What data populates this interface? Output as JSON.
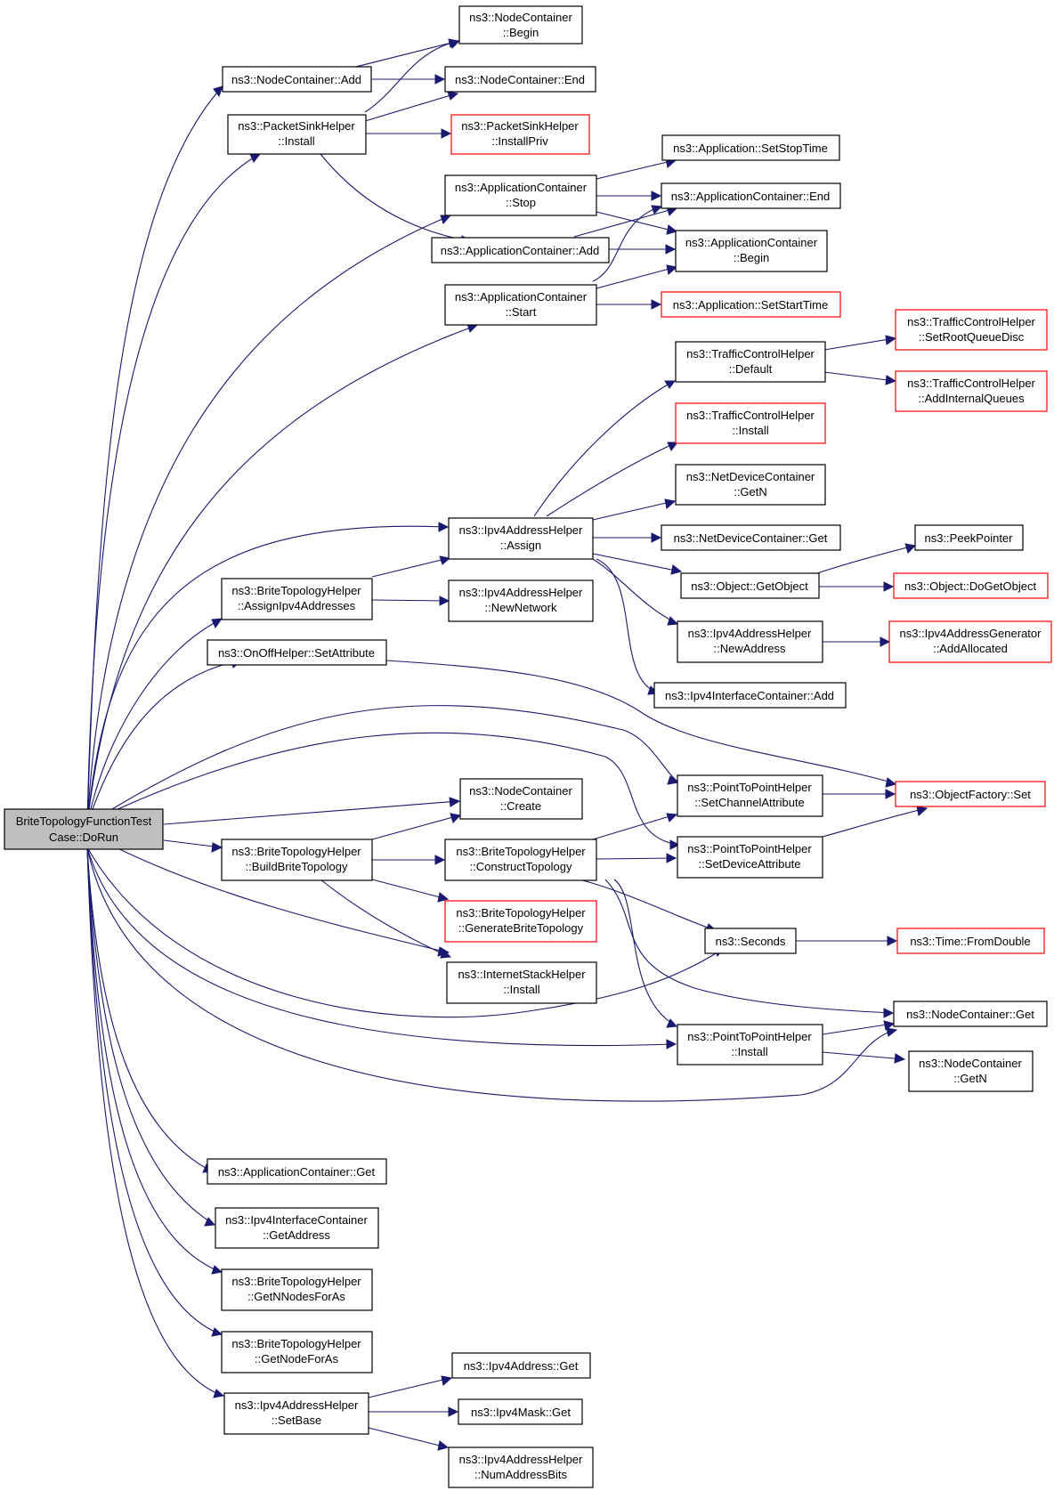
{
  "colors": {
    "edge": "#191970",
    "node_border": "#000000",
    "node_border_incomplete": "#ff0000",
    "root_fill": "#bfbfbf",
    "node_fill": "#ffffff"
  },
  "nodes": {
    "root": {
      "lines": [
        "BriteTopologyFunctionTest",
        "Case::DoRun"
      ],
      "kind": "root"
    },
    "nc_add": {
      "lines": [
        "ns3::NodeContainer::Add"
      ],
      "kind": "normal"
    },
    "nc_begin": {
      "lines": [
        "ns3::NodeContainer",
        "::Begin"
      ],
      "kind": "normal"
    },
    "nc_end": {
      "lines": [
        "ns3::NodeContainer::End"
      ],
      "kind": "normal"
    },
    "psh_install": {
      "lines": [
        "ns3::PacketSinkHelper",
        "::Install"
      ],
      "kind": "normal"
    },
    "psh_installpriv": {
      "lines": [
        "ns3::PacketSinkHelper",
        "::InstallPriv"
      ],
      "kind": "incomplete"
    },
    "app_setstoptime": {
      "lines": [
        "ns3::Application::SetStopTime"
      ],
      "kind": "normal"
    },
    "ac_stop": {
      "lines": [
        "ns3::ApplicationContainer",
        "::Stop"
      ],
      "kind": "normal"
    },
    "ac_end": {
      "lines": [
        "ns3::ApplicationContainer::End"
      ],
      "kind": "normal"
    },
    "ac_add": {
      "lines": [
        "ns3::ApplicationContainer::Add"
      ],
      "kind": "normal"
    },
    "ac_begin": {
      "lines": [
        "ns3::ApplicationContainer",
        "::Begin"
      ],
      "kind": "normal"
    },
    "ac_start": {
      "lines": [
        "ns3::ApplicationContainer",
        "::Start"
      ],
      "kind": "normal"
    },
    "app_setstarttime": {
      "lines": [
        "ns3::Application::SetStartTime"
      ],
      "kind": "incomplete"
    },
    "tch_setrootqueuedisc": {
      "lines": [
        "ns3::TrafficControlHelper",
        "::SetRootQueueDisc"
      ],
      "kind": "incomplete"
    },
    "tch_default": {
      "lines": [
        "ns3::TrafficControlHelper",
        "::Default"
      ],
      "kind": "normal"
    },
    "tch_addinternalqueues": {
      "lines": [
        "ns3::TrafficControlHelper",
        "::AddInternalQueues"
      ],
      "kind": "incomplete"
    },
    "tch_install": {
      "lines": [
        "ns3::TrafficControlHelper",
        "::Install"
      ],
      "kind": "incomplete"
    },
    "ndc_getn": {
      "lines": [
        "ns3::NetDeviceContainer",
        "::GetN"
      ],
      "kind": "normal"
    },
    "ipv4ah_assign": {
      "lines": [
        "ns3::Ipv4AddressHelper",
        "::Assign"
      ],
      "kind": "normal"
    },
    "ndc_get": {
      "lines": [
        "ns3::NetDeviceContainer::Get"
      ],
      "kind": "normal"
    },
    "peekpointer": {
      "lines": [
        "ns3::PeekPointer"
      ],
      "kind": "normal"
    },
    "obj_getobject": {
      "lines": [
        "ns3::Object::GetObject"
      ],
      "kind": "normal"
    },
    "obj_dogetobject": {
      "lines": [
        "ns3::Object::DoGetObject"
      ],
      "kind": "incomplete"
    },
    "bth_assignipv4": {
      "lines": [
        "ns3::BriteTopologyHelper",
        "::AssignIpv4Addresses"
      ],
      "kind": "normal"
    },
    "ipv4ah_newnetwork": {
      "lines": [
        "ns3::Ipv4AddressHelper",
        "::NewNetwork"
      ],
      "kind": "normal"
    },
    "ipv4ah_newaddress": {
      "lines": [
        "ns3::Ipv4AddressHelper",
        "::NewAddress"
      ],
      "kind": "normal"
    },
    "ipv4ag_addallocated": {
      "lines": [
        "ns3::Ipv4AddressGenerator",
        "::AddAllocated"
      ],
      "kind": "incomplete"
    },
    "onoff_setattribute": {
      "lines": [
        "ns3::OnOffHelper::SetAttribute"
      ],
      "kind": "normal"
    },
    "ipv4ic_add": {
      "lines": [
        "ns3::Ipv4InterfaceContainer::Add"
      ],
      "kind": "normal"
    },
    "p2p_setchannelattr": {
      "lines": [
        "ns3::PointToPointHelper",
        "::SetChannelAttribute"
      ],
      "kind": "normal"
    },
    "objfactory_set": {
      "lines": [
        "ns3::ObjectFactory::Set"
      ],
      "kind": "incomplete"
    },
    "nc_create": {
      "lines": [
        "ns3::NodeContainer",
        "::Create"
      ],
      "kind": "normal"
    },
    "bth_buildbrite": {
      "lines": [
        "ns3::BriteTopologyHelper",
        "::BuildBriteTopology"
      ],
      "kind": "normal"
    },
    "bth_constructtopology": {
      "lines": [
        "ns3::BriteTopologyHelper",
        "::ConstructTopology"
      ],
      "kind": "normal"
    },
    "p2p_setdeviceattr": {
      "lines": [
        "ns3::PointToPointHelper",
        "::SetDeviceAttribute"
      ],
      "kind": "normal"
    },
    "bth_generatebrite": {
      "lines": [
        "ns3::BriteTopologyHelper",
        "::GenerateBriteTopology"
      ],
      "kind": "incomplete"
    },
    "seconds": {
      "lines": [
        "ns3::Seconds"
      ],
      "kind": "normal"
    },
    "time_fromdouble": {
      "lines": [
        "ns3::Time::FromDouble"
      ],
      "kind": "incomplete"
    },
    "ish_install": {
      "lines": [
        "ns3::InternetStackHelper",
        "::Install"
      ],
      "kind": "normal"
    },
    "nc_get": {
      "lines": [
        "ns3::NodeContainer::Get"
      ],
      "kind": "normal"
    },
    "p2p_install": {
      "lines": [
        "ns3::PointToPointHelper",
        "::Install"
      ],
      "kind": "normal"
    },
    "nc_getn": {
      "lines": [
        "ns3::NodeContainer",
        "::GetN"
      ],
      "kind": "normal"
    },
    "ac_get": {
      "lines": [
        "ns3::ApplicationContainer::Get"
      ],
      "kind": "normal"
    },
    "ipv4ic_getaddress": {
      "lines": [
        "ns3::Ipv4InterfaceContainer",
        "::GetAddress"
      ],
      "kind": "normal"
    },
    "bth_getnnodesforas": {
      "lines": [
        "ns3::BriteTopologyHelper",
        "::GetNNodesForAs"
      ],
      "kind": "normal"
    },
    "bth_getnodeforas": {
      "lines": [
        "ns3::BriteTopologyHelper",
        "::GetNodeForAs"
      ],
      "kind": "normal"
    },
    "ipv4ah_setbase": {
      "lines": [
        "ns3::Ipv4AddressHelper",
        "::SetBase"
      ],
      "kind": "normal"
    },
    "ipv4addr_get": {
      "lines": [
        "ns3::Ipv4Address::Get"
      ],
      "kind": "normal"
    },
    "ipv4mask_get": {
      "lines": [
        "ns3::Ipv4Mask::Get"
      ],
      "kind": "normal"
    },
    "ipv4ah_numaddressbits": {
      "lines": [
        "ns3::Ipv4AddressHelper",
        "::NumAddressBits"
      ],
      "kind": "normal"
    }
  }
}
